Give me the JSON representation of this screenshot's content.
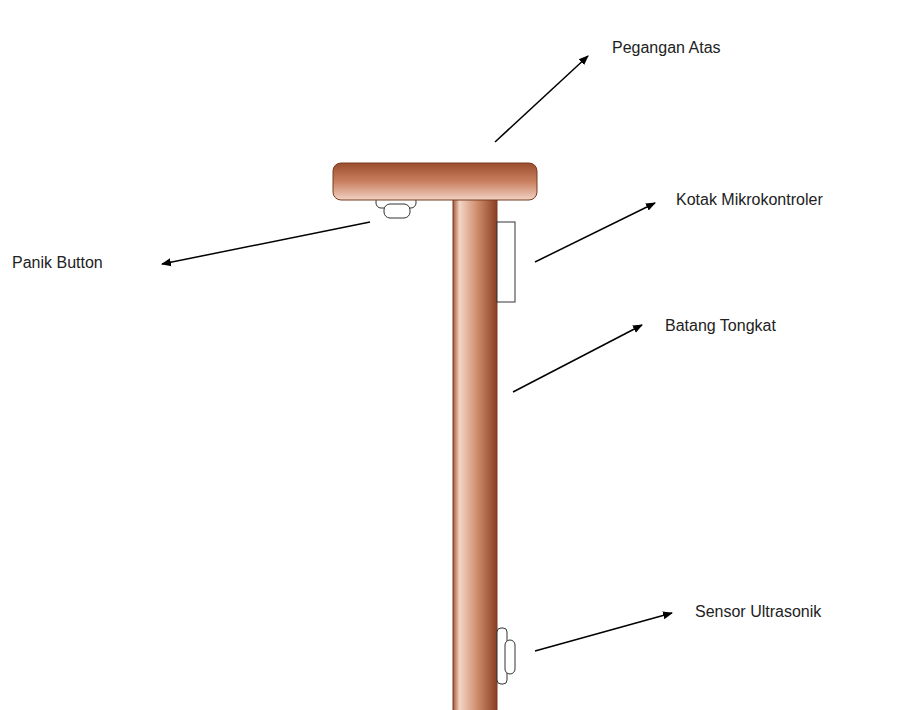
{
  "diagram": {
    "labels": [
      "Pegangan Atas",
      "Kotak Mikrokontroler",
      "Panik Button",
      "Batang Tongkat",
      "Sensor Ultrasonik"
    ]
  }
}
